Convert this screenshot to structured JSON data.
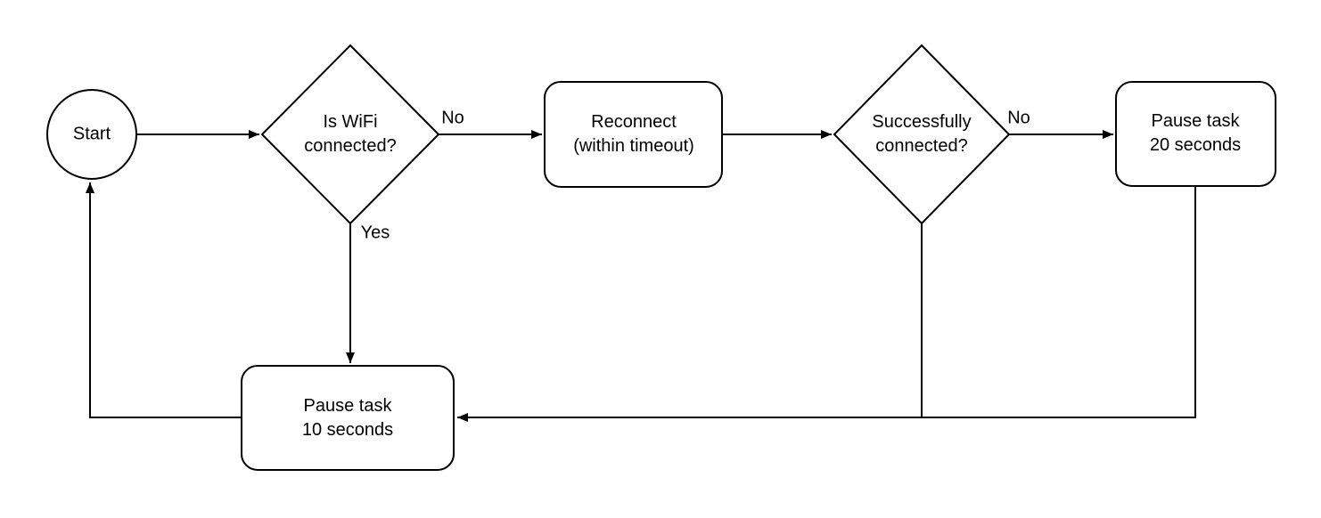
{
  "diagram": {
    "background_color": "#ffffff",
    "stroke_color": "#000000",
    "nodes": [
      {
        "id": "start",
        "shape": "circle",
        "label": "Start"
      },
      {
        "id": "is-wifi-connected",
        "shape": "diamond",
        "label": "Is WiFi\nconnected?"
      },
      {
        "id": "reconnect",
        "shape": "rounded-rect",
        "label": "Reconnect\n(within timeout)"
      },
      {
        "id": "successfully-connected",
        "shape": "diamond",
        "label": "Successfully\nconnected?"
      },
      {
        "id": "pause-20",
        "shape": "rounded-rect",
        "label": "Pause task\n20 seconds"
      },
      {
        "id": "pause-10",
        "shape": "rounded-rect",
        "label": "Pause task\n10 seconds"
      }
    ],
    "edges": [
      {
        "from": "start",
        "to": "is-wifi-connected",
        "label": ""
      },
      {
        "from": "is-wifi-connected",
        "to": "reconnect",
        "label": "No"
      },
      {
        "from": "is-wifi-connected",
        "to": "pause-10",
        "label": "Yes"
      },
      {
        "from": "reconnect",
        "to": "successfully-connected",
        "label": ""
      },
      {
        "from": "successfully-connected",
        "to": "pause-20",
        "label": "No"
      },
      {
        "from": "successfully-connected",
        "to": "pause-10",
        "label": ""
      },
      {
        "from": "pause-20",
        "to": "pause-10",
        "label": ""
      },
      {
        "from": "pause-10",
        "to": "start",
        "label": ""
      }
    ]
  }
}
